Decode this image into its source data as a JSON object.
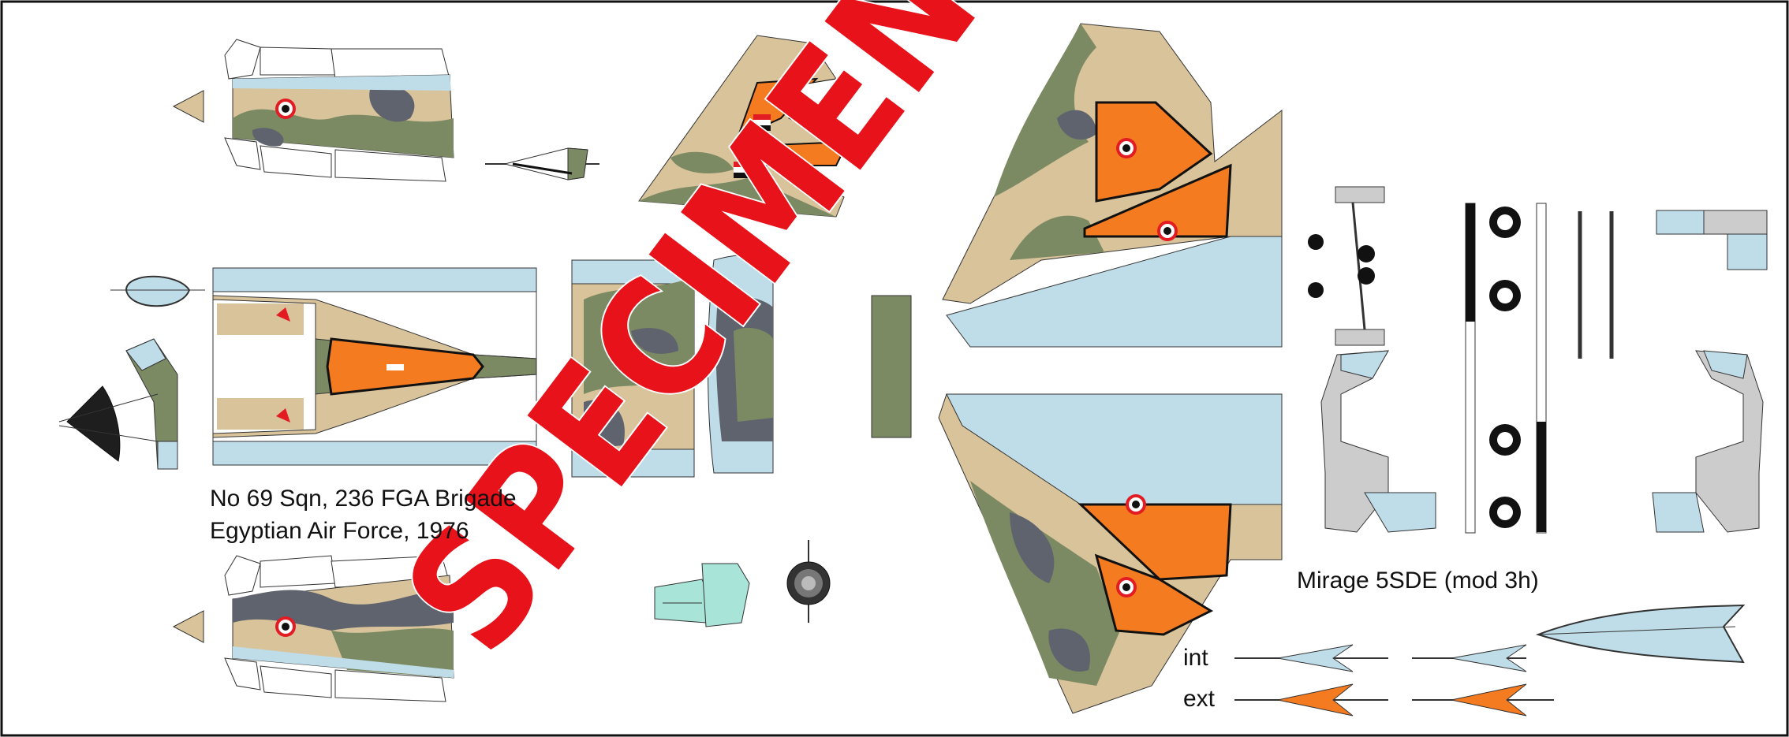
{
  "credit": {
    "unit": "No 69 Sqn, 236 FGA Brigade",
    "air_force": "Egyptian Air Force, 1976"
  },
  "model_name": "Mirage 5SDE (mod 3h)",
  "stores_labels": {
    "internal": "int",
    "external": "ext"
  },
  "watermark": "SPECIMEN",
  "colors": {
    "sand": "#d8c39a",
    "green": "#7c8a63",
    "grey": "#5f636e",
    "light_blue": "#bfdde9",
    "orange": "#f47b20",
    "red": "#e31b23",
    "black": "#111111",
    "watermark_red": "#e8121b",
    "canopy": "#a9e4d8"
  },
  "icons": [
    "roundel-icon",
    "flag-icon",
    "wheel-icon",
    "engine-fan-icon"
  ]
}
